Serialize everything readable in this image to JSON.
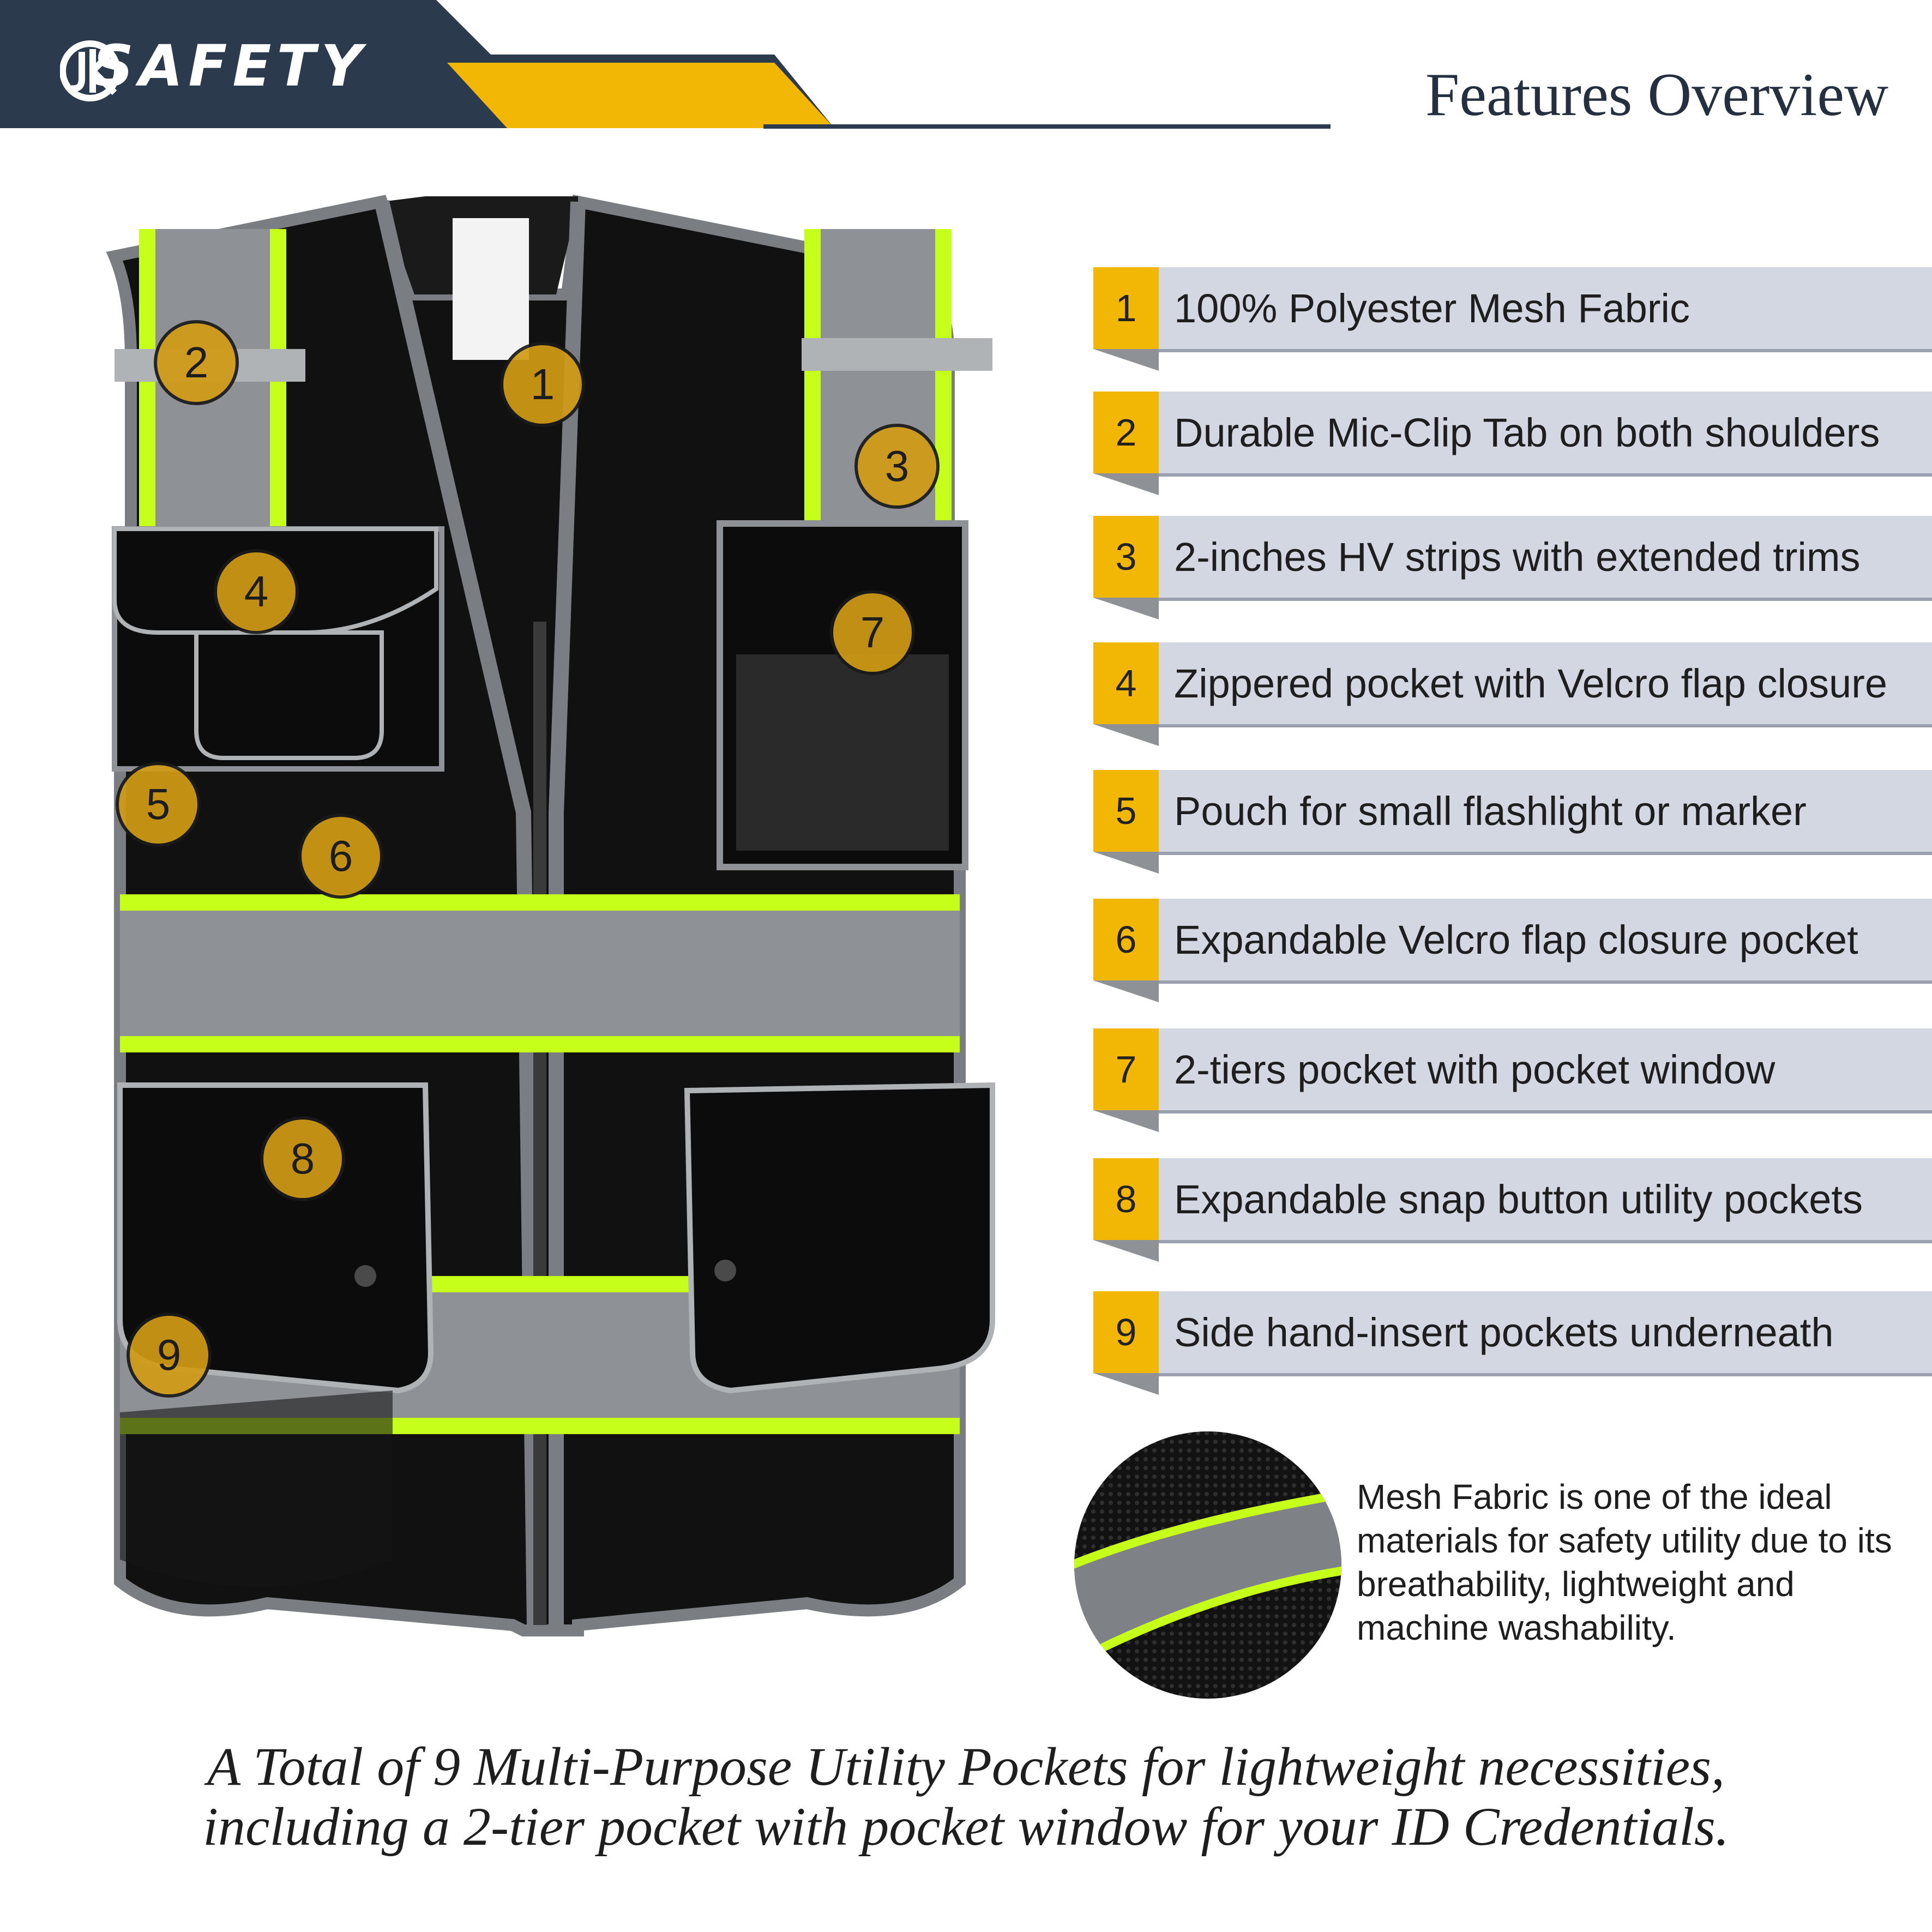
{
  "brand": {
    "logo_text": "SAFETY"
  },
  "header": {
    "title": "Features Overview"
  },
  "colors": {
    "navy": "#2c3a4d",
    "yellow": "#f2b705",
    "bar": "#d3d7e2",
    "hiviz": "#c6ff1a",
    "reflective": "#8e9296"
  },
  "vest_markers": [
    "1",
    "2",
    "3",
    "4",
    "5",
    "6",
    "7",
    "8",
    "9"
  ],
  "features": [
    {
      "number": "1",
      "text": "100% Polyester Mesh Fabric"
    },
    {
      "number": "2",
      "text": "Durable Mic-Clip Tab on both shoulders"
    },
    {
      "number": "3",
      "text": "2-inches HV strips with extended trims"
    },
    {
      "number": "4",
      "text": "Zippered pocket with Velcro flap closure"
    },
    {
      "number": "5",
      "text": "Pouch for small flashlight or marker"
    },
    {
      "number": "6",
      "text": "Expandable Velcro flap closure pocket"
    },
    {
      "number": "7",
      "text": "2-tiers pocket with pocket window"
    },
    {
      "number": "8",
      "text": "Expandable snap button utility pockets"
    },
    {
      "number": "9",
      "text": "Side hand-insert pockets underneath"
    }
  ],
  "detail": {
    "text": "Mesh Fabric is one of the ideal materials for safety utility due to its breathability, lightweight and machine washability."
  },
  "caption": {
    "line1": "A Total of 9 Multi-Purpose Utility Pockets for lightweight necessities,",
    "line2": "including a 2-tier pocket with pocket window for your ID Credentials."
  }
}
